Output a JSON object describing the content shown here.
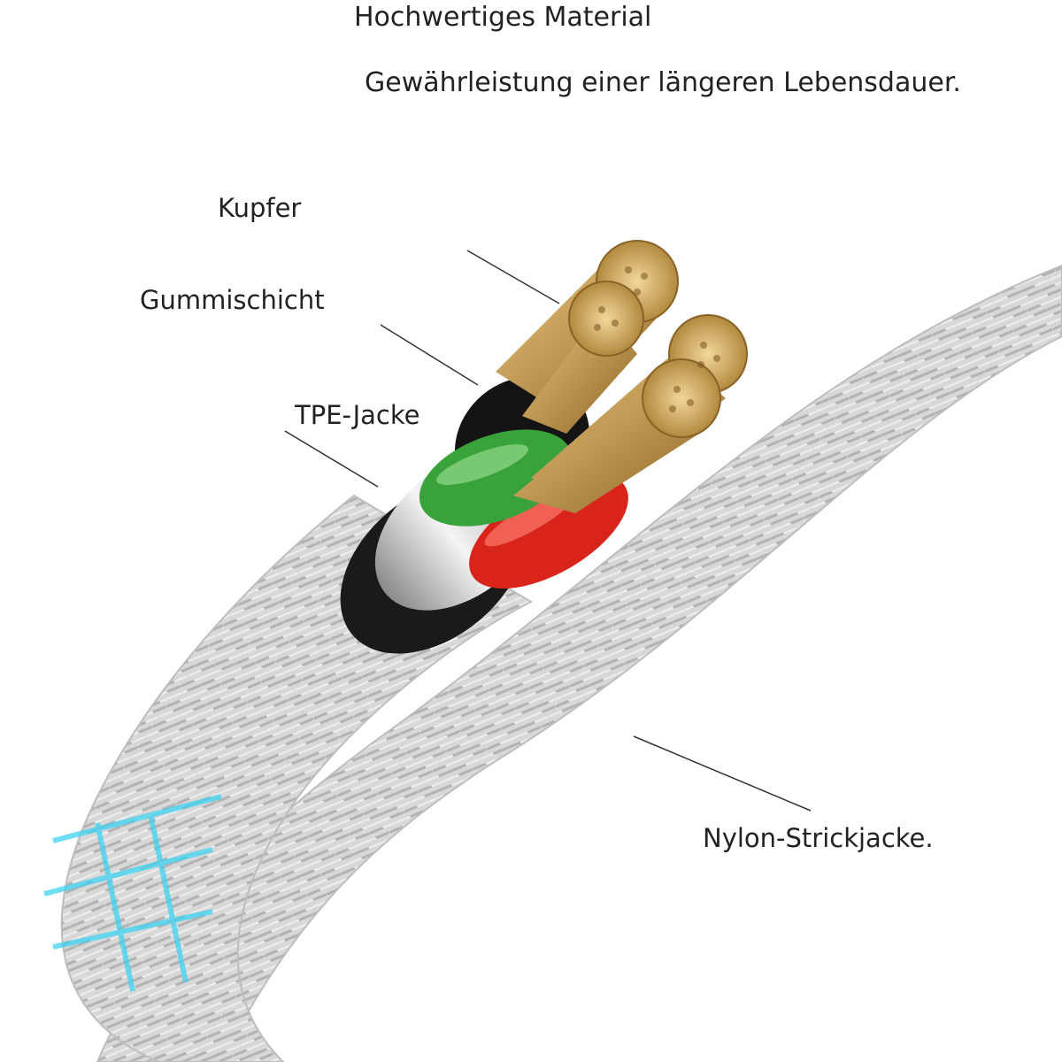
{
  "heading": "Hochwertiges Material",
  "subheading": "Gewährleistung einer längeren Lebensdauer.",
  "labels": {
    "copper": "Kupfer",
    "rubber_layer": "Gummischicht",
    "tpe_jacket": "TPE-Jacke",
    "nylon_braid": "Nylon-Strickjacke."
  },
  "colors": {
    "copper": "#c9a25c",
    "green_wire": "#3aa23a",
    "red_wire": "#d9241c",
    "black_layer": "#1a1a1a",
    "silver_jacket": "#cfcfcf",
    "braid": "#d6d6d6",
    "accent_glow": "#3fd2f0"
  }
}
